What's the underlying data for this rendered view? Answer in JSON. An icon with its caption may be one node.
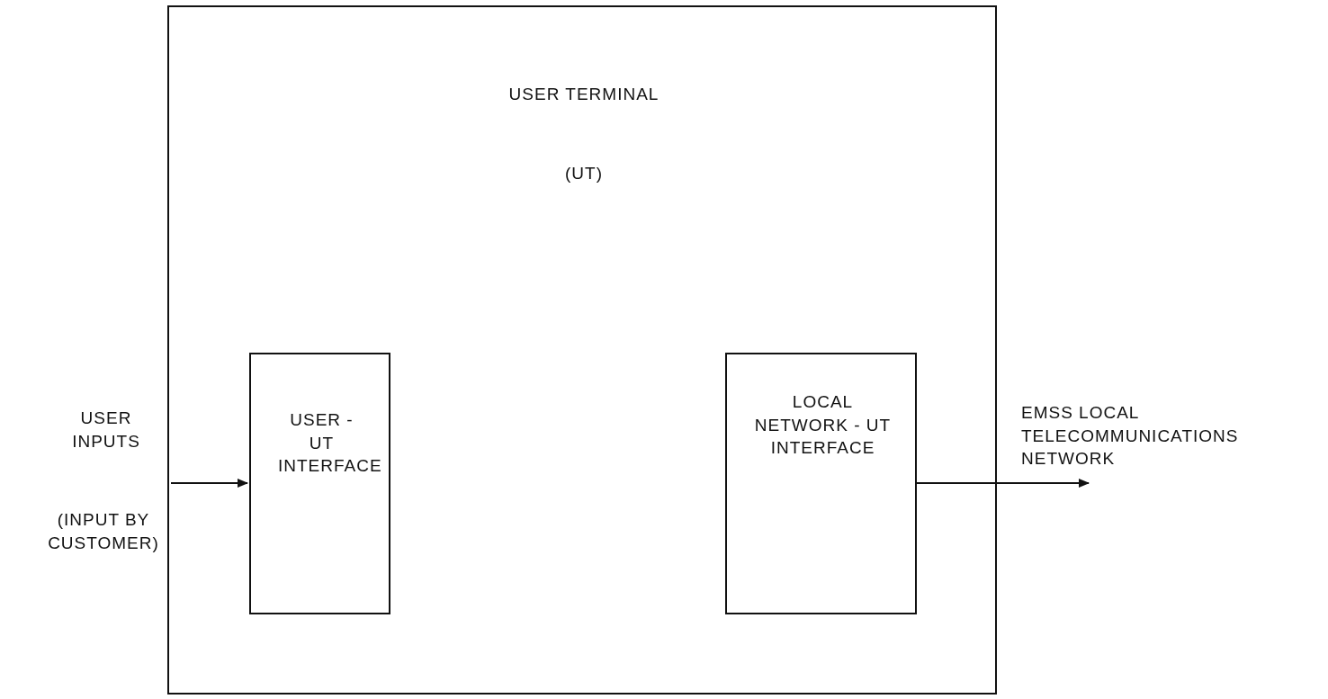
{
  "diagram": {
    "nodes": [
      {
        "text": [
          "USER TERMINAL",
          "(UT)"
        ]
      },
      {
        "text": [
          "USER - UT INTERFACE"
        ],
        "in": 0
      },
      {
        "text": [
          "LOCAL NETWORK - UT INTERFACE"
        ],
        "in": 0
      },
      {
        "text": [
          "USER INPUTS",
          "(INPUT BY CUSTOMER)"
        ]
      },
      {
        "text": [
          "EMSS LOCAL TELECOMMUNICATIONS NETWORK"
        ]
      }
    ],
    "edges": [
      {
        "from": 3,
        "to": 1,
        "arrow": "to"
      },
      {
        "from": 2,
        "to": 4,
        "arrow": "to"
      }
    ]
  }
}
